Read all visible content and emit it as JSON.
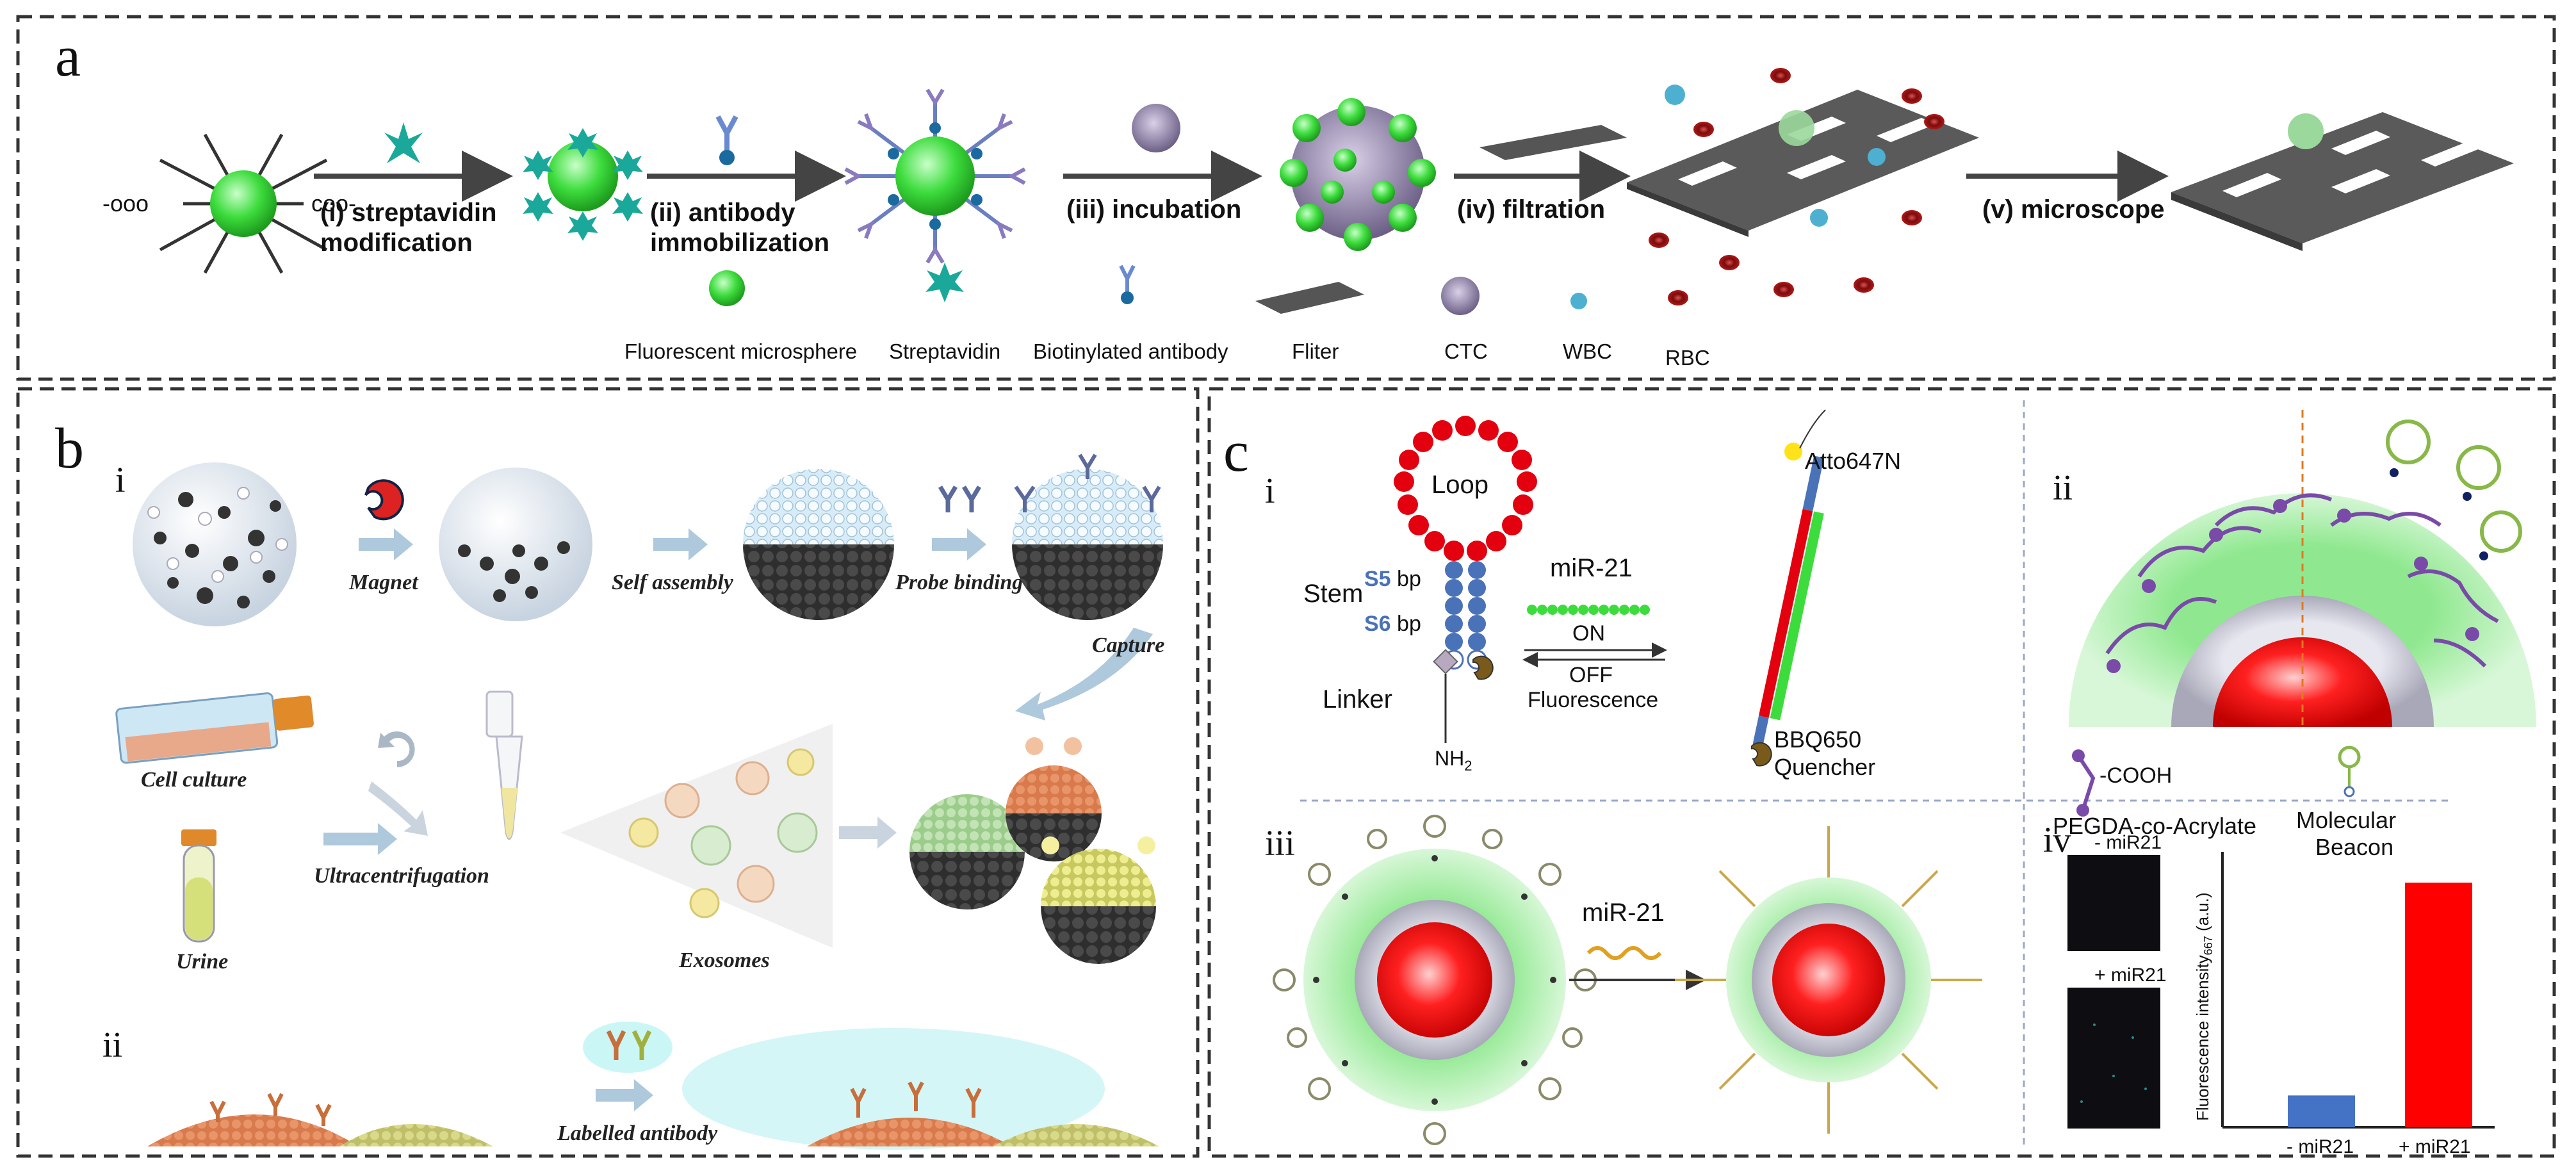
{
  "panel_a": {
    "letter": "a",
    "steps": [
      "(i) streptavidin",
      "modification",
      "(ii) antibody",
      "immobilization",
      "(iii) incubation",
      "(iv) filtration",
      "(v) microscope"
    ],
    "legend": [
      "Fluorescent microsphere",
      "Streptavidin",
      "Biotinylated antibody",
      "Fliter",
      "CTC",
      "WBC",
      "RBC"
    ]
  },
  "panel_b": {
    "letter": "b",
    "roman_i": "i",
    "roman_ii": "ii",
    "labels": {
      "magnet": "Magnet",
      "self_assembly": "Self assembly",
      "probe_binding": "Probe binding",
      "capture": "Capture",
      "cell_culture": "Cell culture",
      "urine": "Urine",
      "ultracentrifugation": "Ultracentrifugation",
      "exosomes": "Exosomes",
      "labelled_antibody": "Labelled antibody"
    }
  },
  "panel_c": {
    "letter": "c",
    "roman": [
      "i",
      "ii",
      "iii",
      "iv"
    ],
    "beacon": {
      "loop": "Loop",
      "stem": "Stem",
      "s5": "S5",
      "s6": "S6",
      "bp": "bp",
      "linker": "Linker",
      "nh2": "NH",
      "nh2_sub": "2",
      "mir": "miR-21",
      "on": "ON",
      "off": "OFF",
      "fluorescence": "Fluorescence",
      "atto": "Atto647N",
      "bbq": "BBQ650",
      "quencher": "Quencher"
    },
    "particle": {
      "cooh": "-COOH",
      "pegda": "PEGDA-co-Acrylate",
      "molecular": "Molecular",
      "beacon": "Beacon"
    },
    "reaction_label": "miR-21",
    "images": {
      "minus": "- miR21",
      "plus": "+ miR21"
    }
  },
  "chart_data": {
    "type": "bar",
    "categories": [
      "- miR21",
      "+ miR21"
    ],
    "values": [
      0.13,
      1.0
    ],
    "ylabel": "Fluorescence intensity",
    "ylabel_sub": "667",
    "ylabel_unit": " (a.u.)",
    "colors": [
      "#4472c4",
      "#ff0000"
    ],
    "ylim": [
      0,
      1.1
    ]
  },
  "colors": {
    "green": "#3ddc3d",
    "red": "#e3000f",
    "teal": "#1aa89a",
    "filter": "#555555",
    "dash": "#333333"
  }
}
